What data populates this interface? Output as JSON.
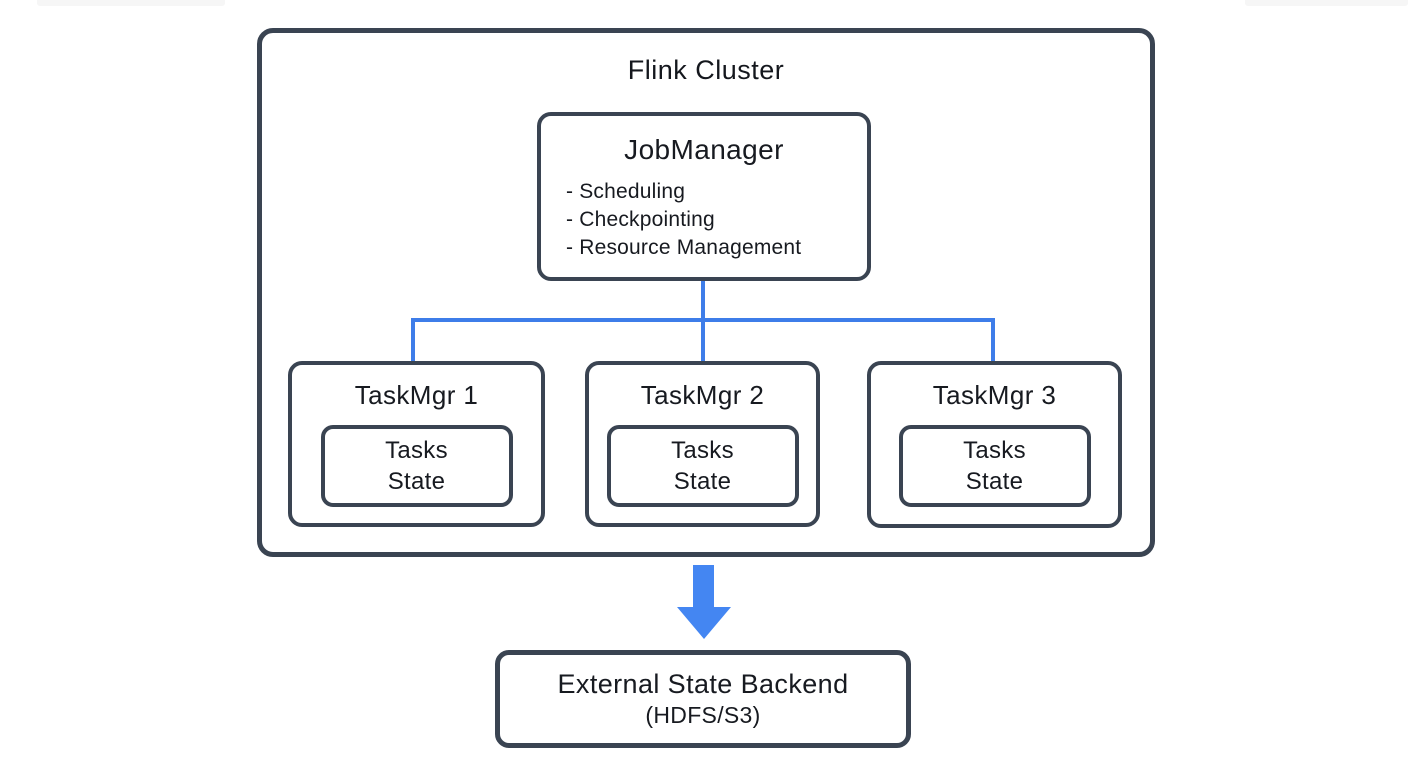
{
  "colors": {
    "box_border_dark": "#3a4452",
    "connector_blue": "#3e7de9",
    "arrow_blue": "#4486f2",
    "text": "#171a20",
    "background": "#ffffff"
  },
  "diagram": {
    "cluster": {
      "title": "Flink Cluster",
      "job_manager": {
        "title": "JobManager",
        "responsibilities": [
          "- Scheduling",
          "- Checkpointing",
          "- Resource Management"
        ]
      },
      "task_managers": [
        {
          "title": "TaskMgr 1",
          "inner": [
            "Tasks",
            "State"
          ]
        },
        {
          "title": "TaskMgr 2",
          "inner": [
            "Tasks",
            "State"
          ]
        },
        {
          "title": "TaskMgr 3",
          "inner": [
            "Tasks",
            "State"
          ]
        }
      ]
    },
    "external_backend": {
      "line1": "External State Backend",
      "line2": "(HDFS/S3)"
    }
  }
}
